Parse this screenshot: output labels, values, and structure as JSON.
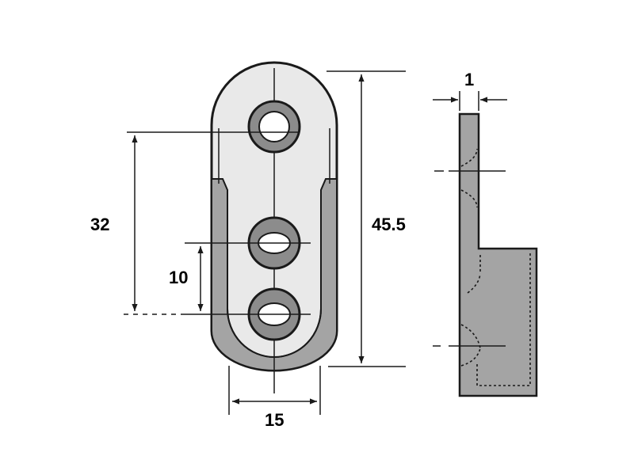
{
  "dimensions": {
    "hole_spacing": "32",
    "lower_hole_spacing": "10",
    "overall_length": "45.5",
    "width": "15",
    "thickness": "1"
  },
  "colors": {
    "body_fill": "#e9e9e9",
    "shade_fill": "#a4a4a4",
    "line": "#1a1a1a"
  }
}
